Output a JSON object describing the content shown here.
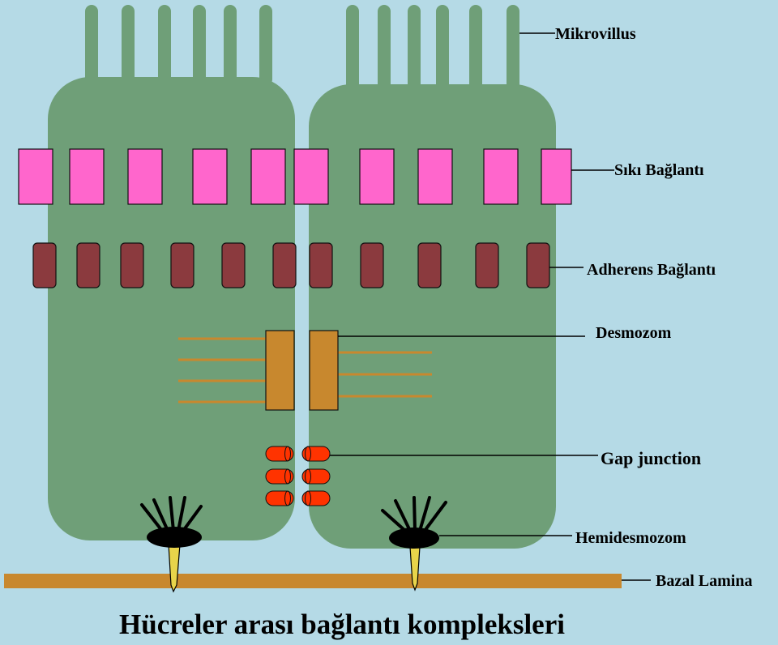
{
  "colors": {
    "background": "#b5dae6",
    "cell": "#6f9f78",
    "tight_junction": "#ff66cc",
    "adherens_junction": "#8b3a3e",
    "desmosome": "#c8882e",
    "gap_junction": "#ff3300",
    "hemidesmosome": "#000000",
    "basal_lamina": "#c8882e"
  },
  "labels": {
    "microvillus": "Mikrovillus",
    "tight_junction": "Sıkı Bağlantı",
    "adherens_junction": "Adherens Bağlantı",
    "desmosome": "Desmozom",
    "gap_junction": "Gap junction",
    "hemidesmosome": "Hemidesmozom",
    "basal_lamina": "Bazal Lamina"
  },
  "caption": "Hücreler arası bağlantı kompleksleri"
}
